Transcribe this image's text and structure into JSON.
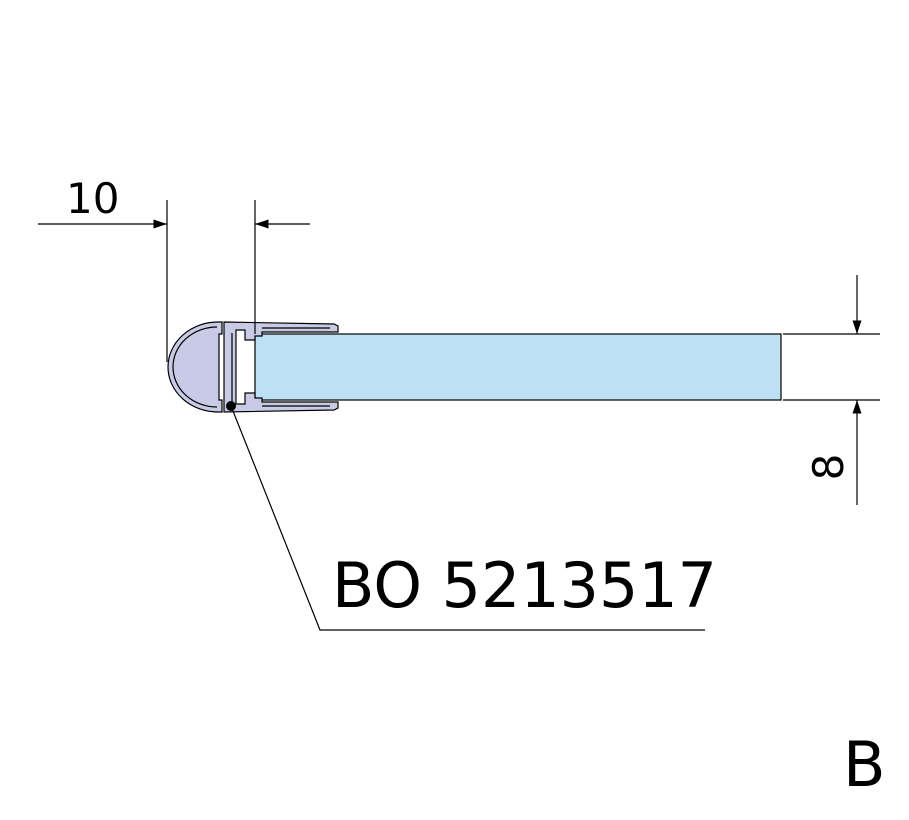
{
  "drawing": {
    "width_dimension": "10",
    "thickness_dimension": "8",
    "part_number": "BO 5213517",
    "view_label": "B"
  },
  "colors": {
    "glass": "#bde0f5",
    "profile": "#c9cbe6",
    "line": "#000000"
  }
}
